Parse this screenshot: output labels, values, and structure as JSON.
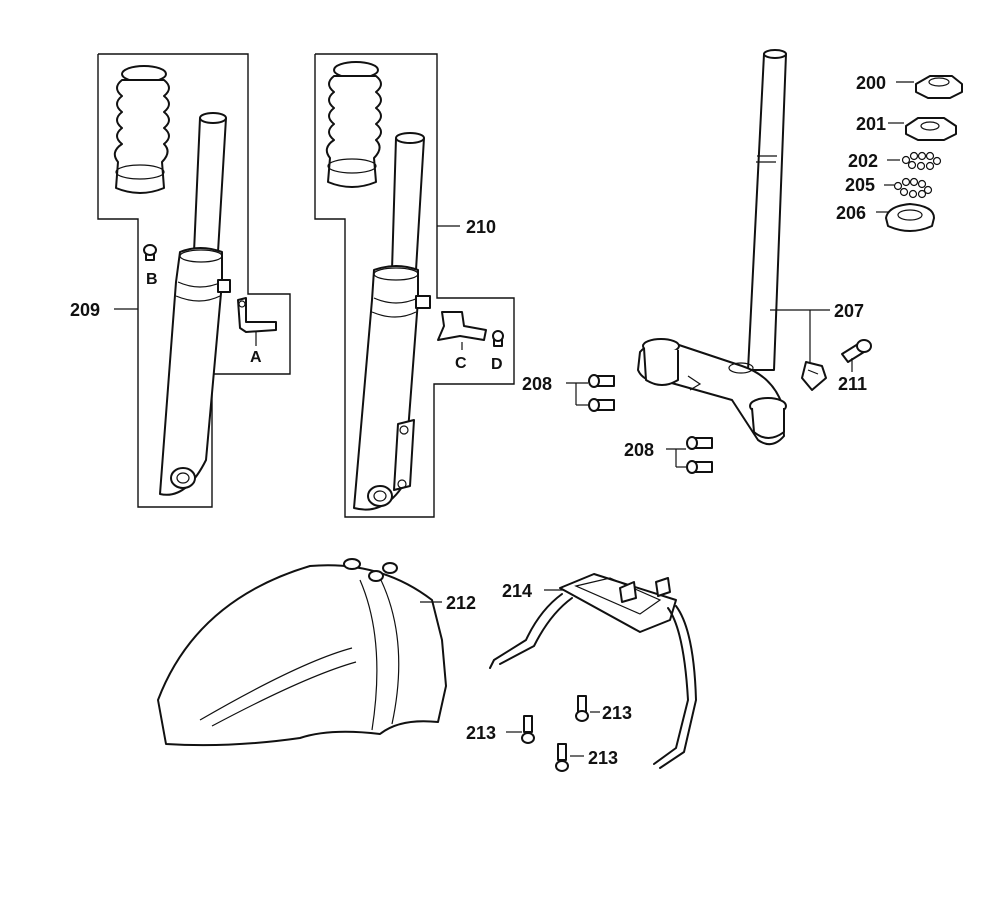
{
  "labels": {
    "p200": "200",
    "p201": "201",
    "p202": "202",
    "p205": "205",
    "p206": "206",
    "p207": "207",
    "p208a": "208",
    "p208b": "208",
    "p209": "209",
    "p210": "210",
    "p211": "211",
    "p212": "212",
    "p213a": "213",
    "p213b": "213",
    "p213c": "213",
    "p214": "214",
    "A": "A",
    "B": "B",
    "C": "C",
    "D": "D"
  }
}
